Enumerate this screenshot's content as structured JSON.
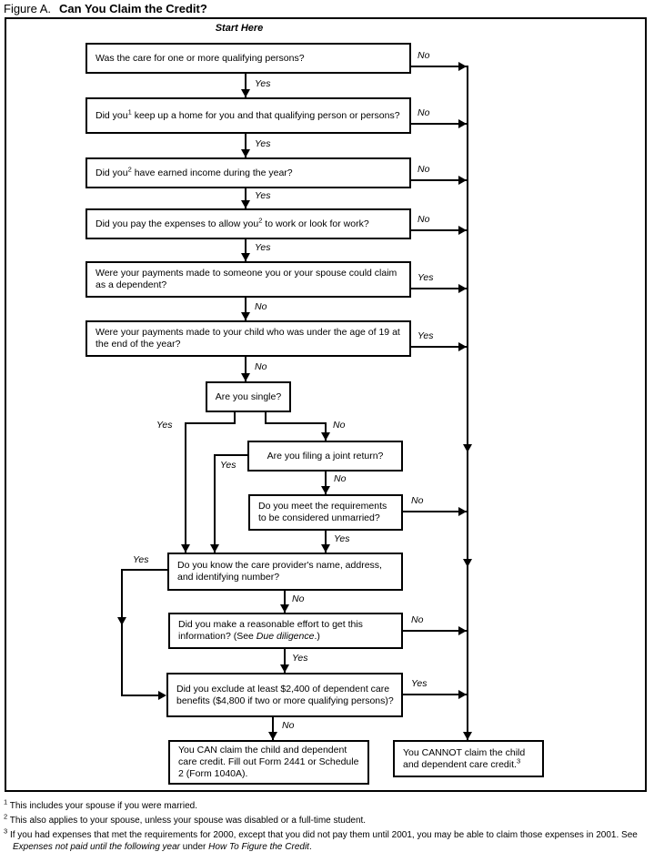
{
  "title": {
    "prefix": "Figure A.",
    "main": "Can You Claim the Credit?"
  },
  "start_label": "Start Here",
  "labels": {
    "yes": "Yes",
    "no": "No"
  },
  "questions": {
    "q1": {
      "text": "Was the care for one or more qualifying persons?"
    },
    "q2": {
      "before": "Did you",
      "sup": "1",
      "after": " keep up a home for you and that qualifying person or persons?"
    },
    "q3": {
      "before": "Did you",
      "sup": "2",
      "after": " have earned income during the year?"
    },
    "q4": {
      "before": "Did you pay the expenses to allow you",
      "sup": "2",
      "after": " to work or look for work?"
    },
    "q5": {
      "text": "Were your payments made to someone you or your spouse could claim as a dependent?"
    },
    "q6": {
      "text": "Were your payments made to your child who was under the age of 19 at the end of the year?"
    },
    "q7": {
      "text": "Are you single?"
    },
    "q8": {
      "text": "Are you filing a joint return?"
    },
    "q9": {
      "text": "Do you meet the requirements to be considered unmarried?"
    },
    "q10": {
      "text": "Do you know the care provider's name, address, and identifying number?"
    },
    "q11": {
      "before": "Did you make a reasonable effort to get this information? (See ",
      "italic": "Due diligence",
      "after": ".)"
    },
    "q12": {
      "text": "Did you exclude at least $2,400 of dependent care benefits ($4,800 if two or more qualifying persons)?"
    }
  },
  "results": {
    "can": {
      "text": "You CAN claim the child and dependent care credit. Fill out Form 2441 or Schedule 2 (Form 1040A)."
    },
    "cannot": {
      "text": "You CANNOT claim the child and dependent care credit.",
      "sup": "3"
    }
  },
  "footnotes": {
    "fn1": {
      "marker": "1",
      "text": " This includes your spouse if you were married."
    },
    "fn2": {
      "marker": "2",
      "text": " This also applies to your spouse, unless your spouse was disabled or a full-time student."
    },
    "fn3": {
      "marker": "3",
      "before": " If you had expenses that met the requirements for 2000, except that you did not pay them until 2001, you may be able to claim those expenses in 2001. See ",
      "italic1": "Expenses not paid until the following year",
      "mid": " under ",
      "italic2": "How To Figure the Credit",
      "after": "."
    }
  },
  "colors": {
    "ink": "#000000",
    "paper": "#ffffff"
  }
}
